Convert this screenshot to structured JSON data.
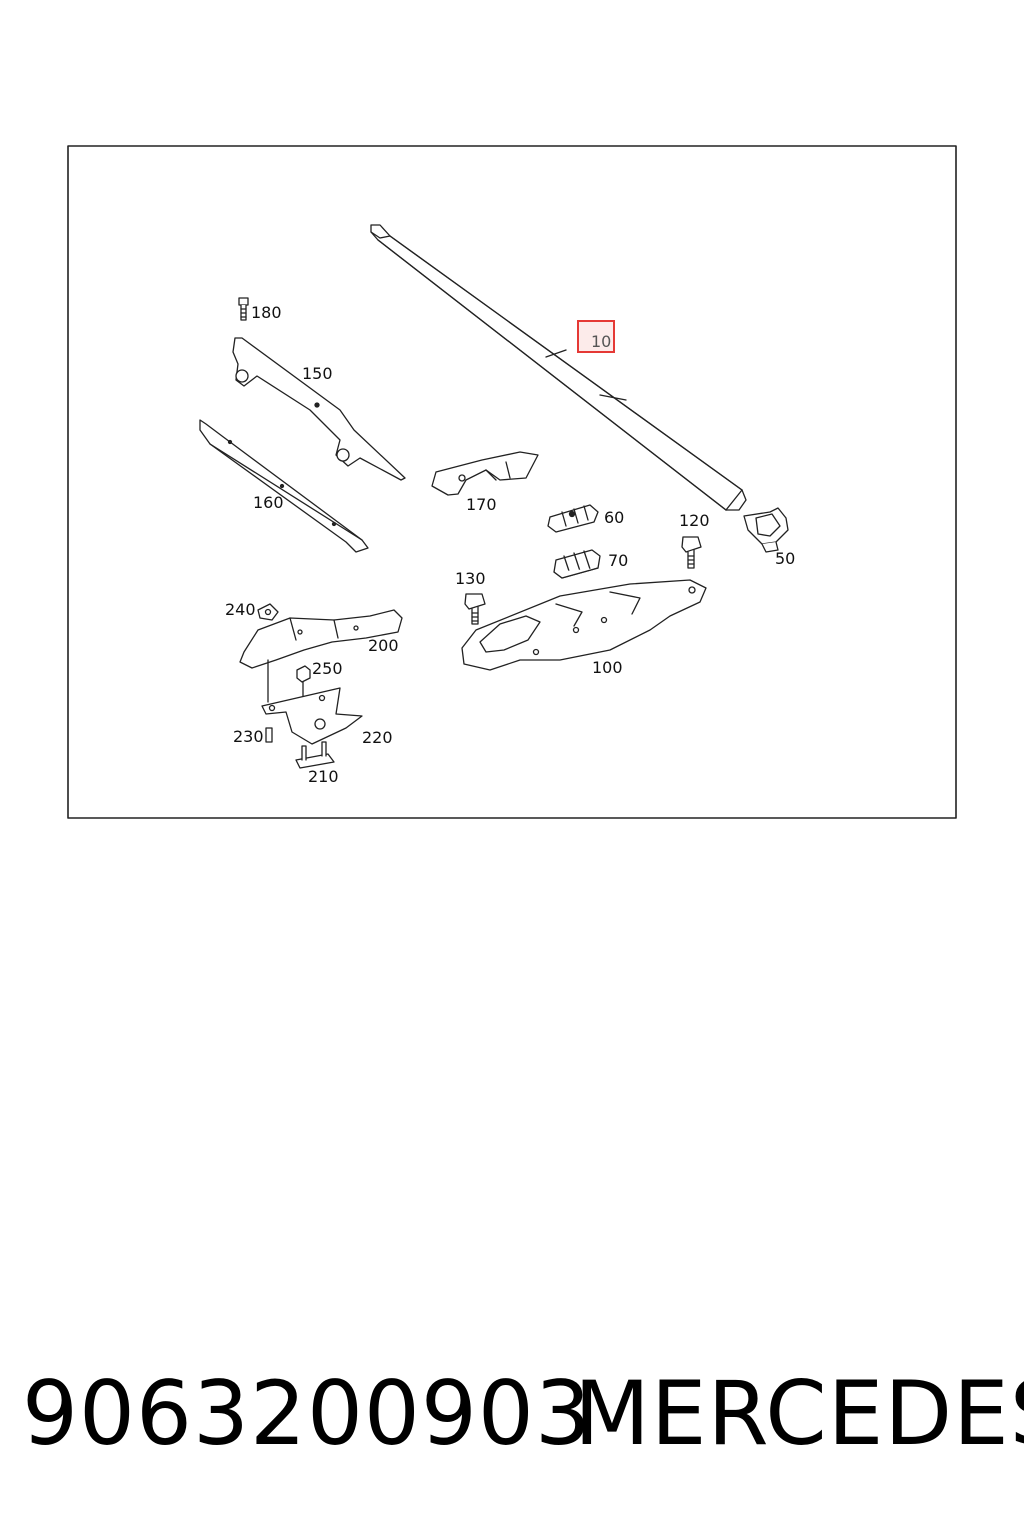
{
  "diagram": {
    "callouts": [
      "180",
      "150",
      "160",
      "170",
      "60",
      "70",
      "120",
      "50",
      "130",
      "100",
      "240",
      "200",
      "250",
      "230",
      "220",
      "210"
    ],
    "highlighted_part": "10",
    "highlight_color": "#e53935",
    "line_color": "#222222"
  },
  "caption": {
    "part_number": "9063200903",
    "brand": "MERCEDES"
  }
}
